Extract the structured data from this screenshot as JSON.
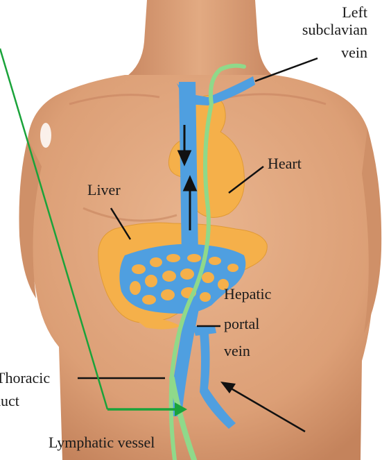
{
  "labels": {
    "left_subclavian_1": "Left",
    "left_subclavian_2": "subclavian",
    "left_subclavian_3": "vein",
    "heart": "Heart",
    "liver": "Liver",
    "hepatic_1": "Hepatic",
    "hepatic_2": "portal",
    "hepatic_3": "vein",
    "thoracic_1": "Thoracic",
    "thoracic_2": "duct",
    "lymphatic": "Lymphatic vessel"
  },
  "colors": {
    "skin": "#e0a57e",
    "skin_shadow": "#c98660",
    "organ": "#f5b04a",
    "vein": "#4f9fe0",
    "lymph": "#8fd98a",
    "pointer_green": "#1aa33a",
    "text": "#1a1a1a"
  }
}
